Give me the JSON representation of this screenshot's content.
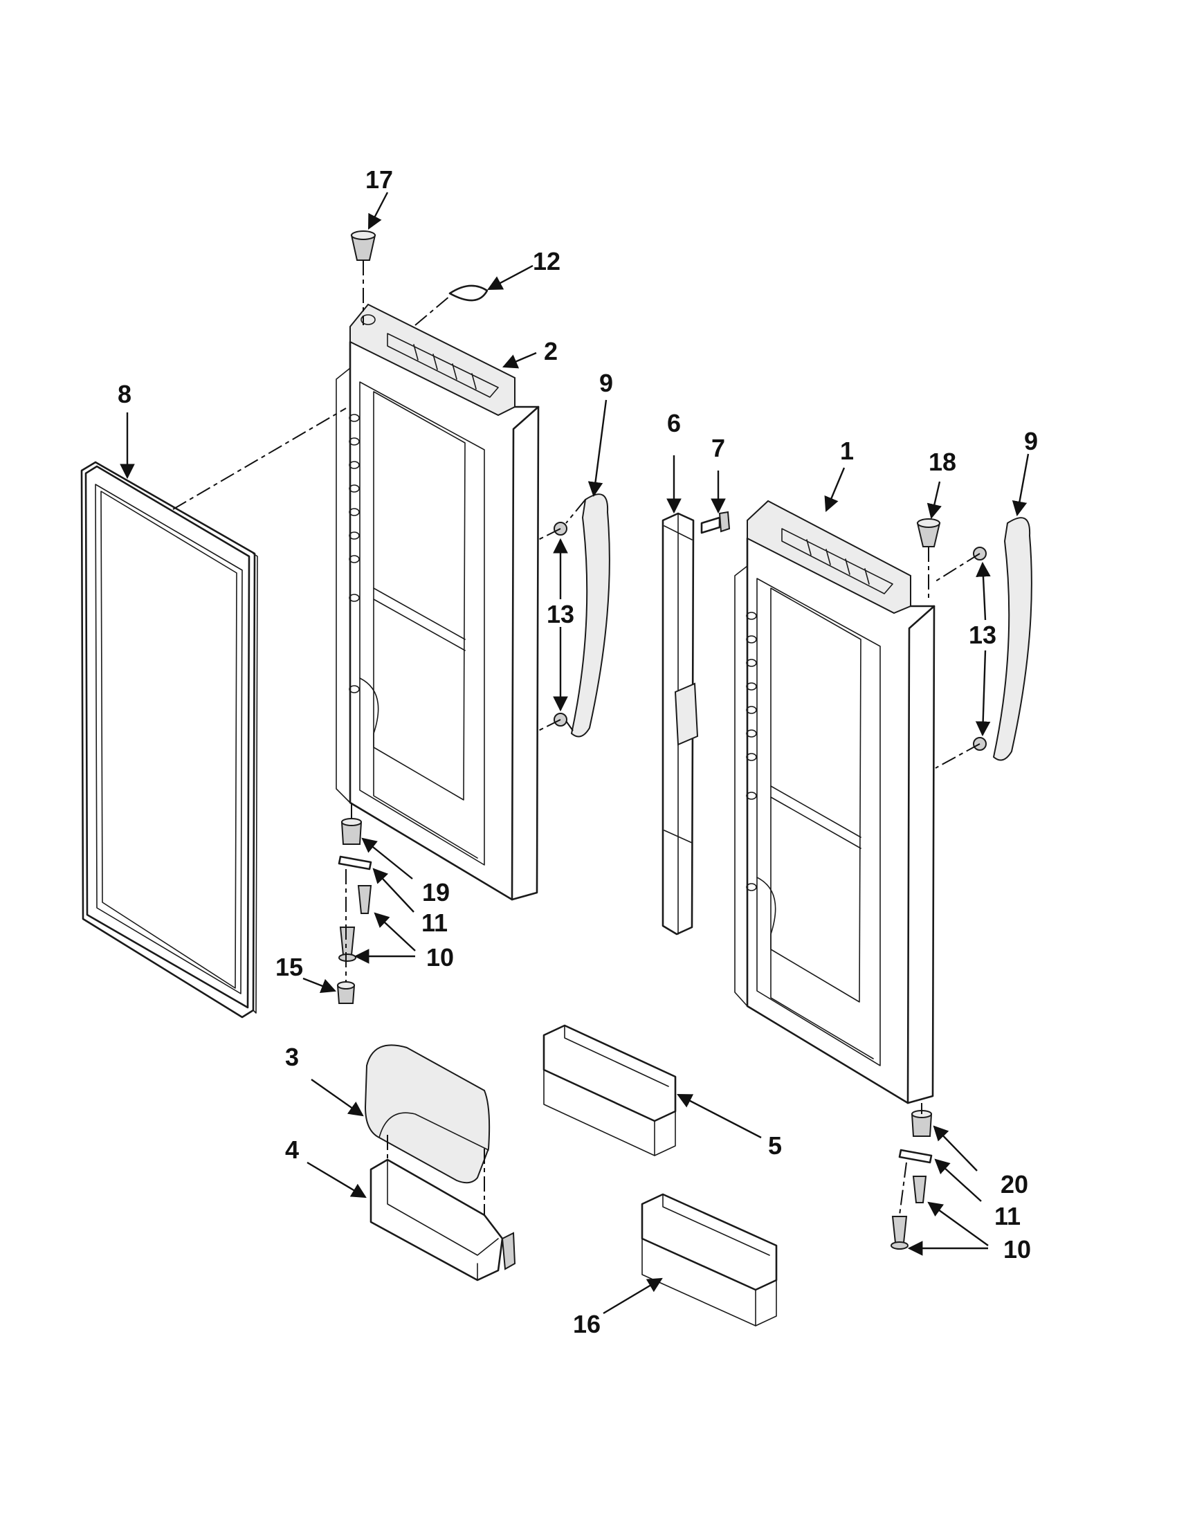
{
  "callouts": {
    "c1": "1",
    "c2": "2",
    "c3": "3",
    "c4": "4",
    "c5": "5",
    "c6": "6",
    "c7": "7",
    "c8": "8",
    "c9a": "9",
    "c9b": "9",
    "c10a": "10",
    "c10b": "10",
    "c11a": "11",
    "c11b": "11",
    "c12": "12",
    "c13a": "13",
    "c13b": "13",
    "c15": "15",
    "c16": "16",
    "c17": "17",
    "c18": "18",
    "c19": "19",
    "c20": "20"
  }
}
